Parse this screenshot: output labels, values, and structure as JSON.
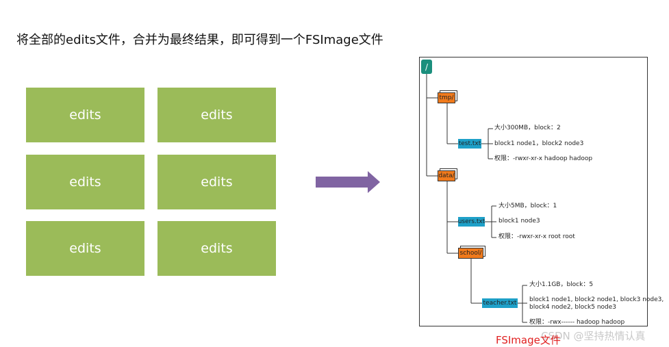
{
  "heading": "将全部的edits文件，合并为最终结果，即可得到一个FSImage文件",
  "edits_boxes": [
    "edits",
    "edits",
    "edits",
    "edits",
    "edits",
    "edits"
  ],
  "tree": {
    "root": "/",
    "tmp": {
      "label": "tmp/",
      "file": {
        "label": "test.txt",
        "info": [
          "大小300MB，block：2",
          "block1 node1，block2 node3",
          "权限：-rwxr-xr-x hadoop hadoop"
        ]
      }
    },
    "data": {
      "label": "data/",
      "users": {
        "label": "users.txt",
        "info": [
          "大小5MB，block：1",
          "block1 node3",
          "权限：-rwxr-xr-x root root"
        ]
      },
      "school": {
        "label": "school/",
        "file": {
          "label": "teacher.txt",
          "info": [
            "大小1.1GB，block：5",
            "block1 node1, block2 node1, block3 node3,",
            "block4 node2, block5 node3",
            "权限：-rwx------ hadoop hadoop"
          ]
        }
      }
    }
  },
  "caption": "FSImage文件",
  "watermark": "CSDN @坚持热情认真",
  "colors": {
    "edits": "#9bbb59",
    "arrow": "#8064a2",
    "dir": "#f07a1c",
    "file": "#1ea0c8",
    "root": "#1b8f7d",
    "caption": "#e02020"
  }
}
